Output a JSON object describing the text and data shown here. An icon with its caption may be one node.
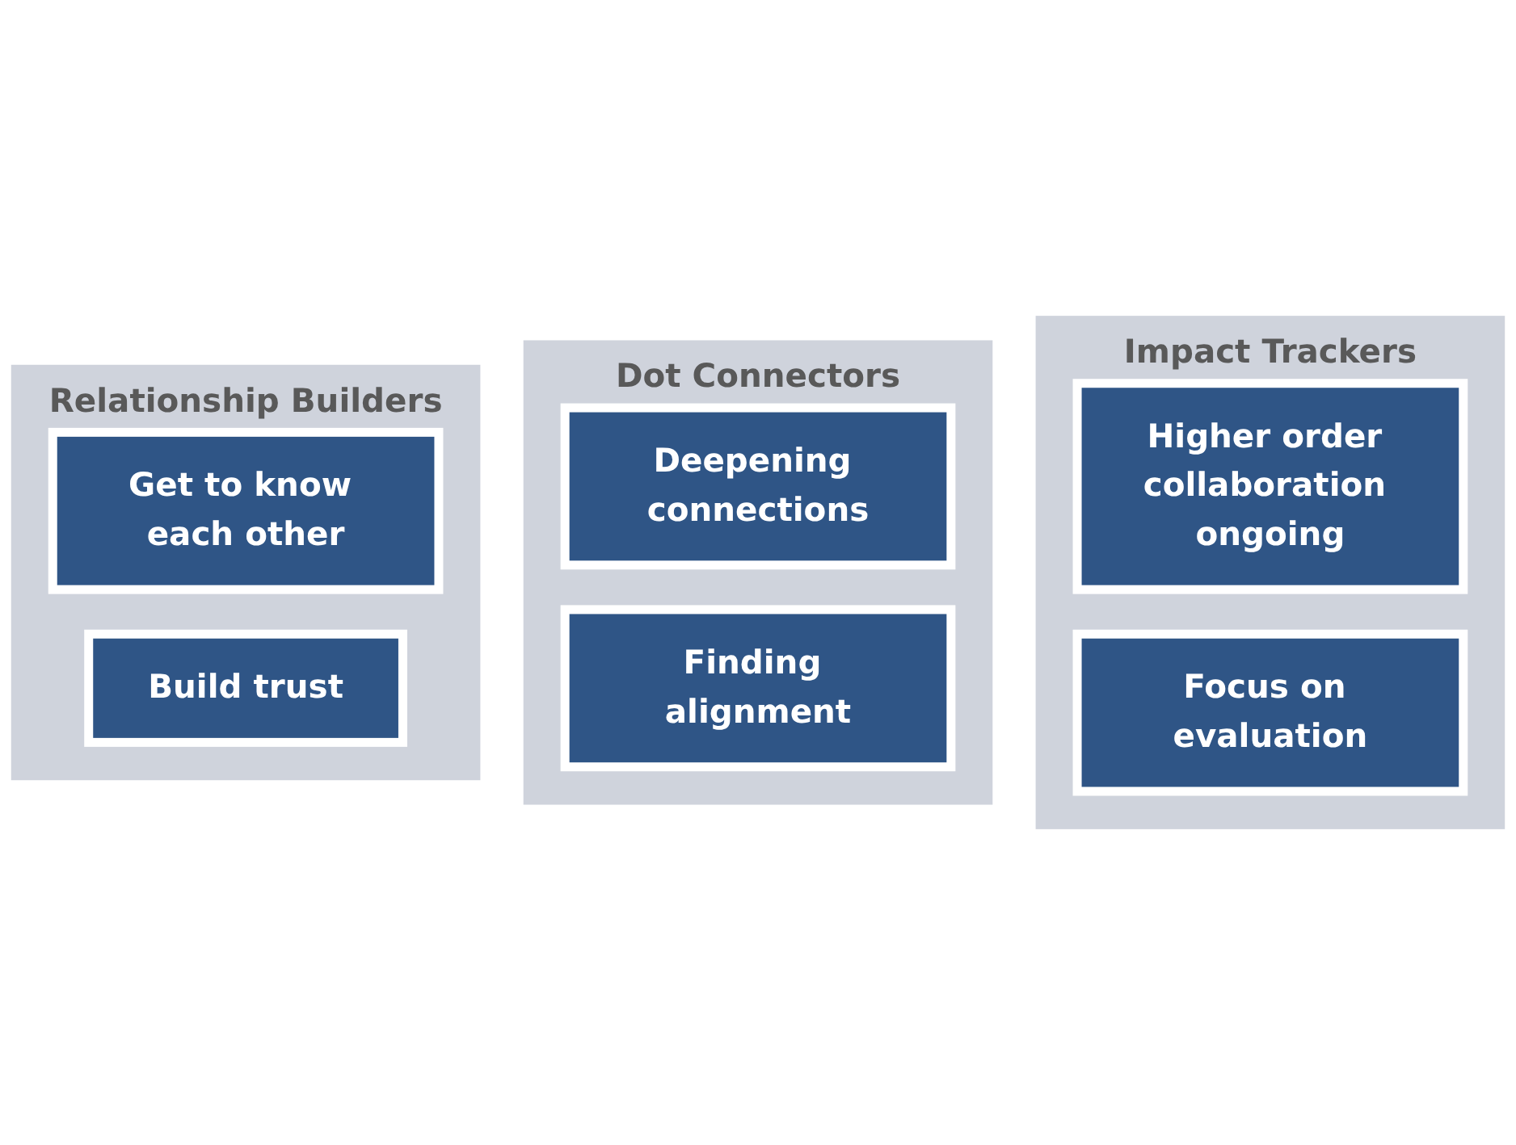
{
  "diagram": {
    "nodes": [
      {
        "text": [
          "Relationship Builders"
        ]
      },
      {
        "text": [
          "Get to know each other"
        ],
        "in": 0
      },
      {
        "text": [
          "Build trust"
        ],
        "in": 0
      },
      {
        "text": [
          "Dot Connectors"
        ]
      },
      {
        "text": [
          "Deepening connections"
        ],
        "in": 3
      },
      {
        "text": [
          "Finding alignment"
        ],
        "in": 3
      },
      {
        "text": [
          "Impact Trackers"
        ]
      },
      {
        "text": [
          "Higher order collaboration ongoing"
        ],
        "in": 6
      },
      {
        "text": [
          "Focus on evaluation"
        ],
        "in": 6
      }
    ]
  }
}
